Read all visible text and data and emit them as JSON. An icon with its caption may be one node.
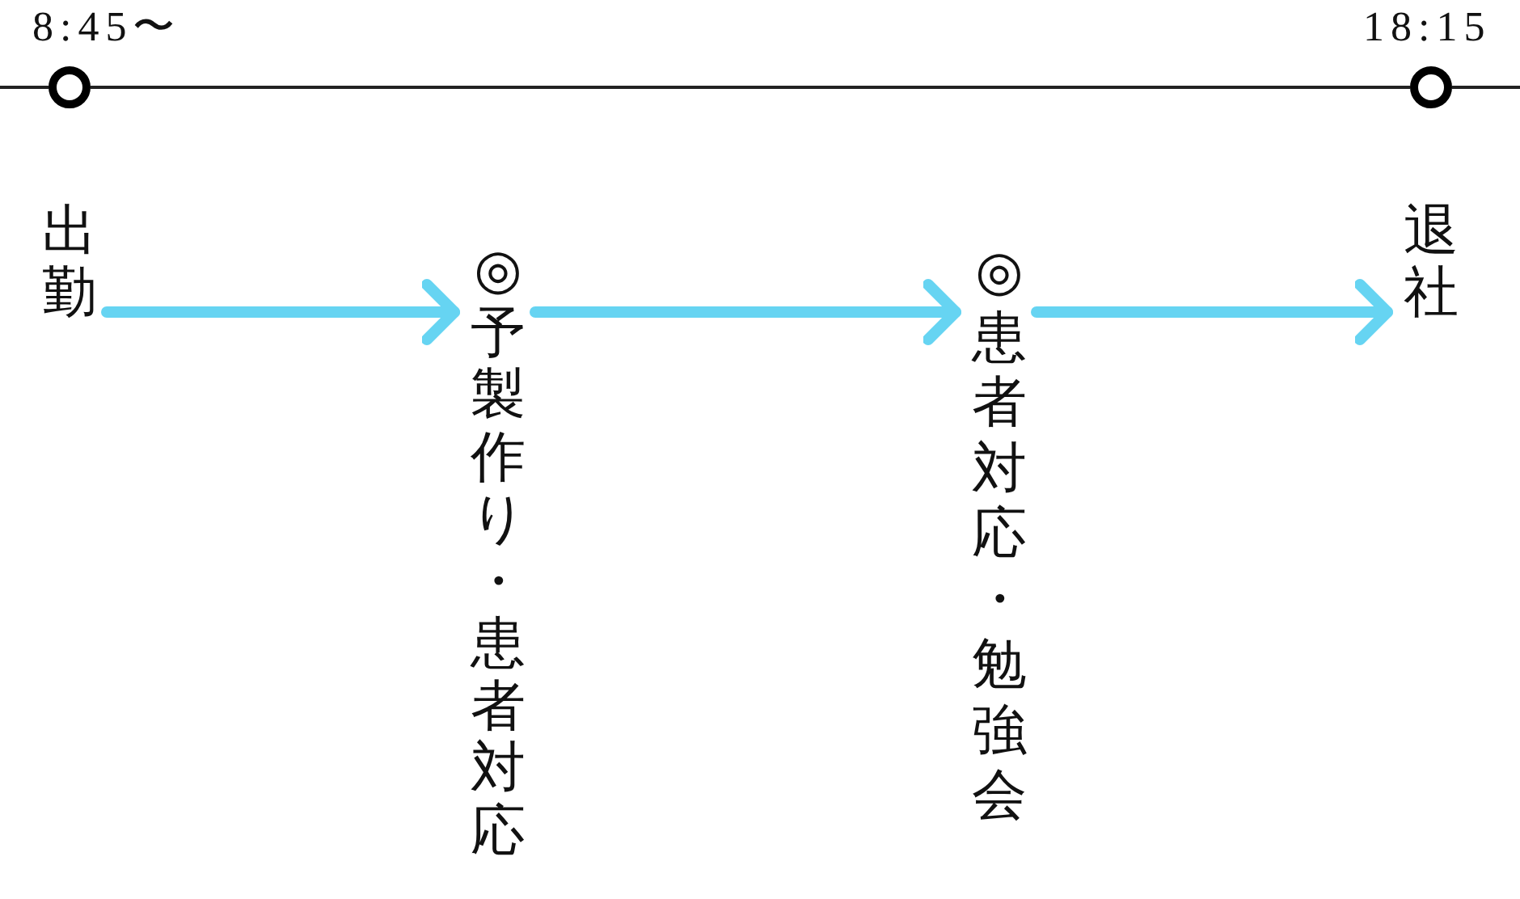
{
  "diagram": {
    "nodes": [
      {
        "text": [],
        "shape": "circle",
        "beside": [
          "8:45〜"
        ]
      },
      {
        "text": [],
        "shape": "circle",
        "beside": [
          "18:15"
        ]
      },
      {
        "text": [
          "出勤"
        ]
      },
      {
        "text": [
          "◎予製作り・患者対応"
        ]
      },
      {
        "text": [
          "◎患者対応・勉強会"
        ]
      },
      {
        "text": [
          "退社"
        ]
      }
    ],
    "edges": [
      {
        "from": null,
        "to": 0,
        "arrow": "none"
      },
      {
        "from": 0,
        "to": 1,
        "arrow": "none"
      },
      {
        "from": 1,
        "to": null,
        "arrow": "none"
      },
      {
        "from": 2,
        "to": 3,
        "arrow": "to",
        "style": "thick",
        "color": "#66d4f2"
      },
      {
        "from": 3,
        "to": 4,
        "arrow": "to",
        "style": "thick",
        "color": "#66d4f2"
      },
      {
        "from": 4,
        "to": 5,
        "arrow": "to",
        "style": "thick",
        "color": "#66d4f2"
      }
    ]
  }
}
